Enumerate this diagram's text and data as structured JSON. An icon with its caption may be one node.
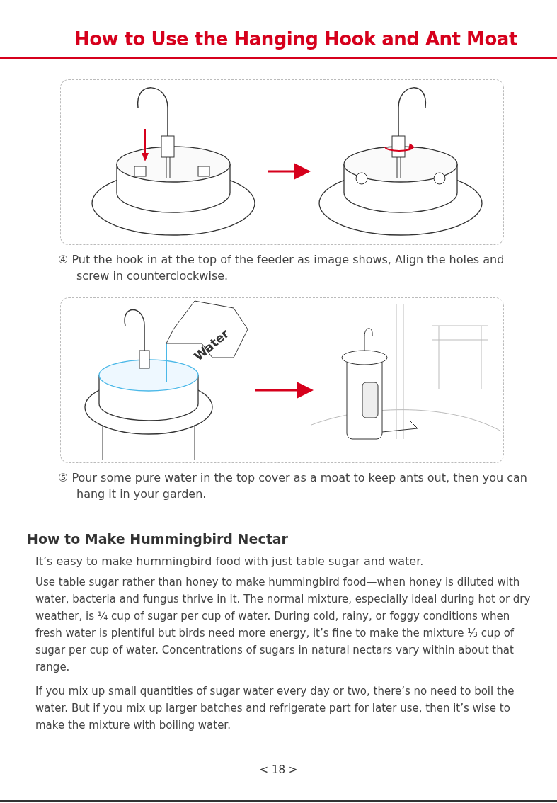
{
  "diagram": {
    "title": "How to Use the Hanging Hook and Ant Moat",
    "nodes": [
      {
        "text": [],
        "shape": "picture"
      },
      {
        "text": [],
        "shape": "picture"
      },
      {
        "text": [],
        "shape": "picture"
      },
      {
        "text": [],
        "shape": "picture"
      }
    ],
    "edges": [
      {
        "from": 0,
        "to": 1,
        "arrow": "to"
      },
      {
        "from": 2,
        "to": 3,
        "arrow": "to"
      }
    ],
    "labels": [
      "Water",
      "④ Put the hook in at the top of the feeder as image shows, Align the holes and screw in counterclockwise.",
      "⑤ Pour some pure water in the top cover as a moat to keep ants out, then you can hang it in your garden.",
      "How to Make Hummingbird Nectar",
      "It’s easy to make hummingbird food with just table sugar and water.",
      "Use table sugar rather than honey to make hummingbird food—when honey is diluted with water, bacteria and fungus thrive in it. The normal mixture, especially ideal during hot or dry weather, is ¼ cup of sugar per cup of water. During cold, rainy, or foggy conditions when fresh water is plentiful but birds need more energy, it’s fine to make the mixture ⅓ cup of sugar per cup of water. Concentrations of sugars in natural nectars vary within about that range.",
      "If you mix up small quantities of sugar water every day or two, there’s no need to boil the water. But if you mix up larger batches and refrigerate part for later use, then it’s wise to make the mixture with boiling water.",
      "< 18 >"
    ]
  }
}
